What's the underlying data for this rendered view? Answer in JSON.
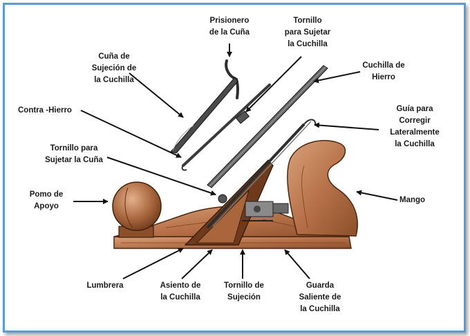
{
  "colors": {
    "frame_border": "#5b9bd5",
    "wood_fill": "#b8734a",
    "wood_dark": "#7a3f1c",
    "metal": "#3a3a3a"
  },
  "labels": {
    "prisionero": "Prisionero\nde la Cuña",
    "tornillo_cuchilla_top": "Tornillo\npara Sujetar\nla Cuchilla",
    "cuna_sujecion": "Cuña de\nSujeción de\nla Cuchilla",
    "cuchilla_hierro": "Cuchilla de\nHierro",
    "contra_hierro": "Contra -Hierro",
    "guia": "Guía para\nCorregir\nLateralmente\nla Cuchilla",
    "tornillo_cuna": "Tornillo para\nSujetar la Cuña",
    "pomo": "Pomo de\nApoyo",
    "mango": "Mango",
    "lumbrera": "Lumbrera",
    "asiento": "Asiento de\nla Cuchilla",
    "tornillo_sujecion": "Tornillo de\nSujeción",
    "guarda": "Guarda\nSaliente de\nla Cuchilla"
  }
}
